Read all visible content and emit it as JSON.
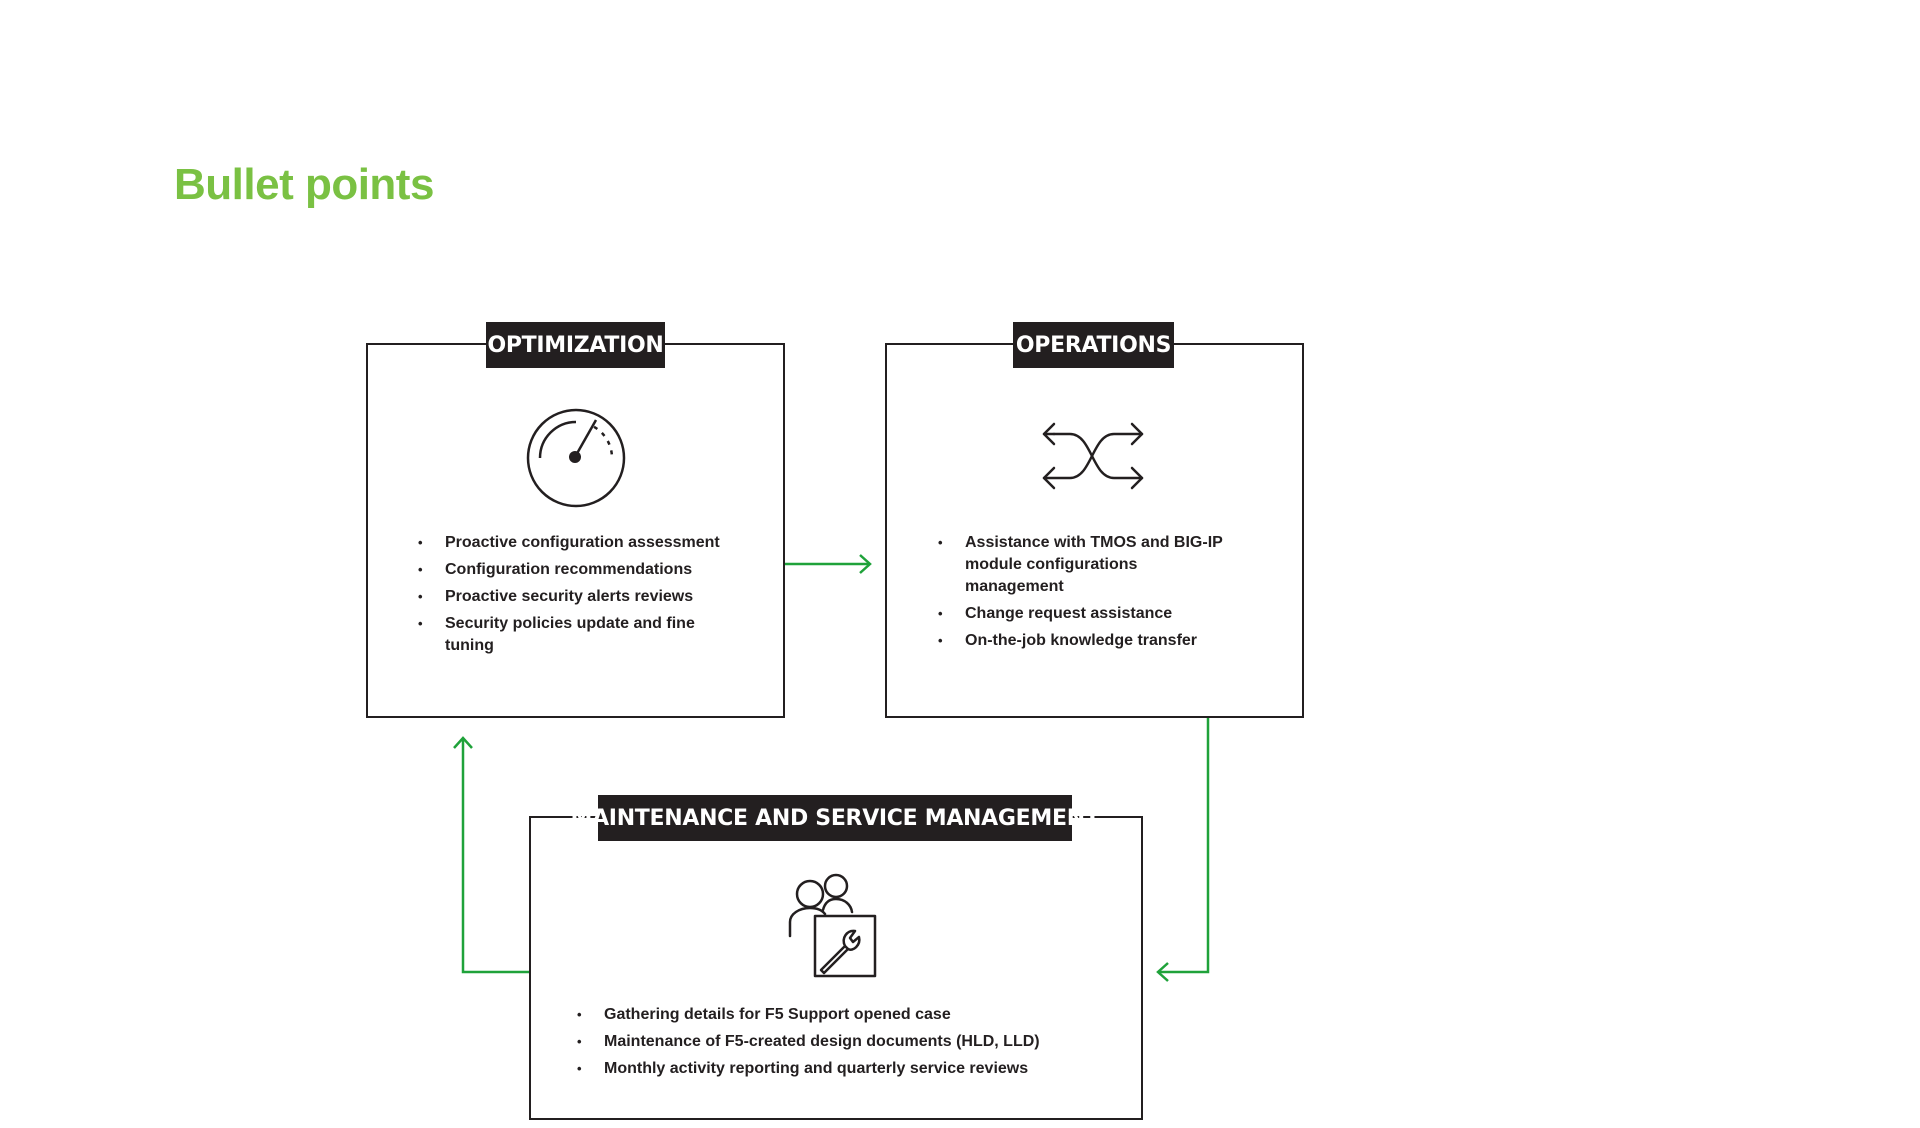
{
  "page": {
    "title": "Bullet points"
  },
  "colors": {
    "title": "#7ac143",
    "arrow": "#1fa23a",
    "dark": "#231f20"
  },
  "boxes": {
    "optimization": {
      "label": "OPTIMIZATION",
      "icon": "speedometer-icon",
      "items": [
        "Proactive configuration assessment",
        "Configuration recommendations",
        "Proactive security alerts reviews",
        "Security policies update and fine tuning"
      ]
    },
    "operations": {
      "label": "OPERATIONS",
      "icon": "shuffle-arrows-icon",
      "items": [
        "Assistance with TMOS and BIG-IP module configurations management",
        "Change request assistance",
        "On-the-job knowledge transfer"
      ]
    },
    "maintenance": {
      "label": "MAINTENANCE AND SERVICE MANAGEMENT",
      "icon": "users-wrench-icon",
      "items": [
        "Gathering details for F5 Support opened case",
        "Maintenance of F5-created design documents (HLD, LLD)",
        "Monthly activity reporting and quarterly service reviews"
      ]
    }
  }
}
